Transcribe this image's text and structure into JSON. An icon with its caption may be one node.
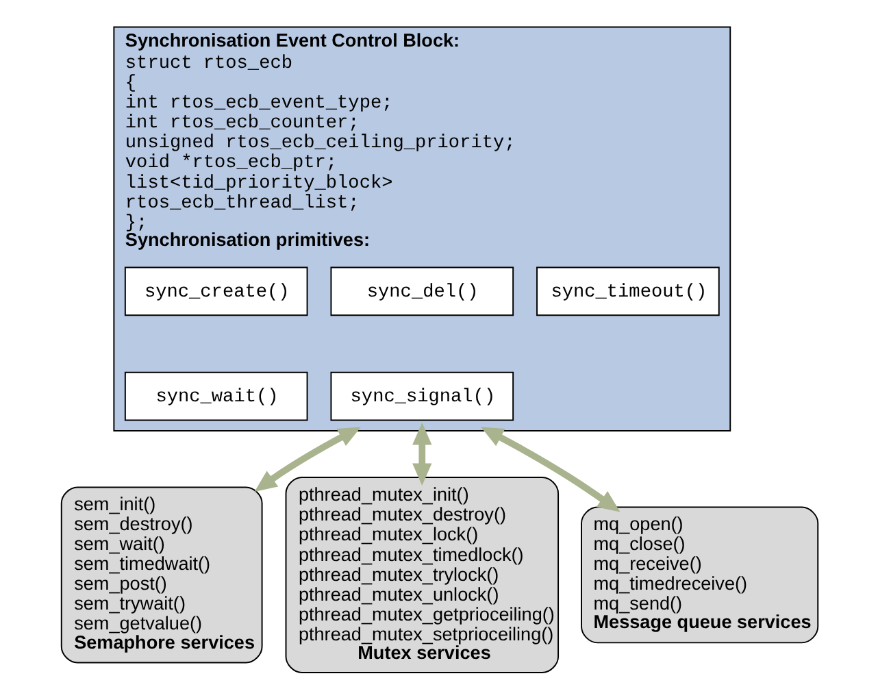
{
  "diagram": {
    "nodes": [
      {
        "text": [
          "Synchronisation Event Control Block:",
          "struct rtos_ecb",
          "{",
          "int rtos_ecb_event_type;",
          "int rtos_ecb_counter;",
          "unsigned rtos_ecb_ceiling_priority;",
          "void *rtos_ecb_ptr;",
          "list<tid_priority_block>",
          "rtos_ecb_thread_list;",
          "};",
          "Synchronisation primitives:"
        ]
      },
      {
        "text": [
          "sync_create()"
        ],
        "in": 0
      },
      {
        "text": [
          "sync_del()"
        ],
        "in": 0
      },
      {
        "text": [
          "sync_timeout()"
        ],
        "in": 0
      },
      {
        "text": [
          "sync_wait()"
        ],
        "in": 0
      },
      {
        "text": [
          "sync_signal()"
        ],
        "in": 0
      },
      {
        "text": [
          "sem_init()",
          "sem_destroy()",
          "sem_wait()",
          "sem_timedwait()",
          "sem_post()",
          "sem_trywait()",
          "sem_getvalue()",
          "Semaphore services"
        ]
      },
      {
        "text": [
          "pthread_mutex_init()",
          "pthread_mutex_destroy()",
          "pthread_mutex_lock()",
          "pthread_mutex_timedlock()",
          "pthread_mutex_trylock()",
          "pthread_mutex_unlock()",
          "pthread_mutex_getprioceiling()",
          "pthread_mutex_setprioceiling()",
          "Mutex services"
        ]
      },
      {
        "text": [
          "mq_open()",
          "mq_close()",
          "mq_receive()",
          "mq_timedreceive()",
          "mq_send()",
          "Message queue services"
        ]
      }
    ],
    "edges": [
      {
        "from": 0,
        "to": 6,
        "arrow": "both"
      },
      {
        "from": 0,
        "to": 7,
        "arrow": "both"
      },
      {
        "from": 0,
        "to": 8,
        "arrow": "both"
      }
    ]
  }
}
